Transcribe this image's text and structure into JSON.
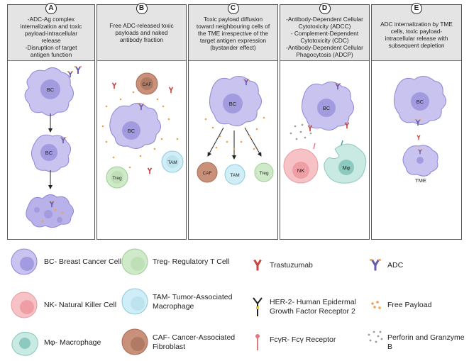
{
  "panels": [
    {
      "letter": "A",
      "text": "-ADC-Ag complex\ninternalization and toxic\npayload-intracellular\nrelease\n-Disruption of target\nantigen function"
    },
    {
      "letter": "B",
      "text": "Free ADC-released toxic\npayloads and naked\nantibody fraction"
    },
    {
      "letter": "C",
      "text": "Toxic payload diffusion\ntoward neighbouring cells of\nthe TME irrespective of the\ntarget antigen expression\n(bystander effect)"
    },
    {
      "letter": "D",
      "text": "-Antibody-Dependent Cellular\nCytotoxicity (ADCC)\n- Complement-Dependent\nCytotoxicity (CDC)\n-Antibody-Dependent Cellular\nPhagocytosis (ADCP)"
    },
    {
      "letter": "E",
      "text": "ADC internalization by TME\ncells, toxic payload-\nintracellular release with\nsubsequent depletion"
    }
  ],
  "cell_labels": {
    "bc": "BC",
    "caf": "CAF",
    "tam": "TAM",
    "treg": "Treg",
    "nk": "NK",
    "mphi": "Mφ",
    "tme": "TME"
  },
  "legend": {
    "bc": "BC- Breast Cancer Cell",
    "nk": "NK- Natural Killer Cell",
    "mphi": "Mφ- Macrophage",
    "treg": "Treg- Regulatory T Cell",
    "tam": "TAM- Tumor-Associated\nMacrophage",
    "caf": "CAF- Cancer-Associated\nFibroblast",
    "trastuzumab": "Trastuzumab",
    "her2": "HER-2- Human Epidermal\nGrowth Factor Receptor 2",
    "fcyr": "FcγR- Fcγ Receptor",
    "adc": "ADC",
    "payload": "Free Payload",
    "perforin": "Perforin and Granzyme B"
  },
  "colors": {
    "bc_fill": "#c8c3ef",
    "bc_stroke": "#8e88d6",
    "nucleus": "#a29bdf",
    "treg": "#cfeac9",
    "tam": "#cfeef7",
    "caf": "#c9917a",
    "nk": "#f6c2c6",
    "mphi": "#c9e9e3",
    "payload": "#f2a04a",
    "trastuzumab": "#c8463e",
    "adc": "#6a5aa8"
  }
}
